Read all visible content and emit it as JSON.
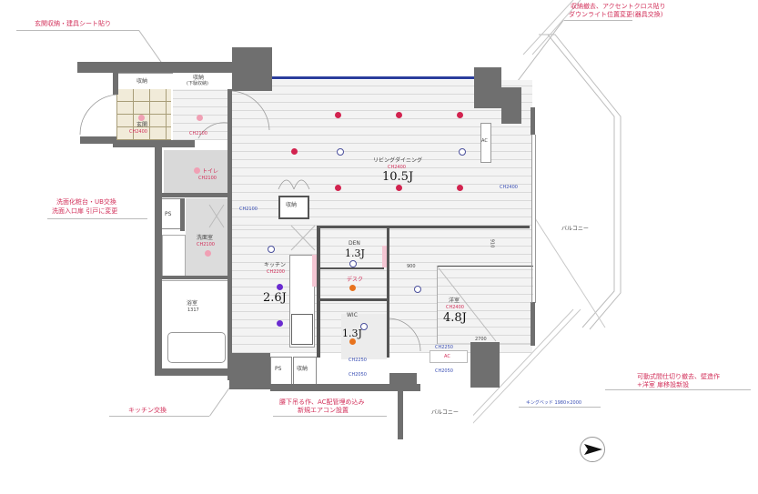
{
  "annotations": {
    "entrance_storage": "玄関収納・建具シート貼り",
    "living_ceiling_line1": "収納撤去、アクセントクロス貼り",
    "living_ceiling_line2": "ダウンライト位置変更(器具交換)",
    "washroom_line1": "洗面化粧台・UB交換",
    "washroom_line2": "洗面入口扉 引戸に変更",
    "kitchen_replace": "キッチン交換",
    "aircon_line1": "腰下吊る作、AC配管埋め込み",
    "aircon_line2": "新規エアコン設置",
    "partition_line1": "可動式間仕切り撤去、壁造作",
    "partition_line2": "+洋室 扉移設新設",
    "bed_note": "キングベッド 1980×2000"
  },
  "rooms": {
    "entrance": {
      "name": "玄関",
      "ch": "CH2400"
    },
    "entrance_storage": {
      "name": "収納"
    },
    "shoe_storage": {
      "name": "収納",
      "sub": "(下駄収納)",
      "ch": "CH2100"
    },
    "toilet": {
      "name": "トイレ",
      "ch": "CH2100"
    },
    "ps_upper": {
      "name": "PS"
    },
    "washroom": {
      "name": "洗面室",
      "ch": "CH2100"
    },
    "bathroom": {
      "name": "浴室",
      "sub": "1317"
    },
    "living": {
      "name": "リビングダイニング",
      "ch": "CH2400",
      "size": "10.5J",
      "ch_side": "CH2400",
      "ch_left": "CH2100"
    },
    "living_storage": {
      "name": "収納"
    },
    "ac_living": {
      "name": "AC"
    },
    "kitchen": {
      "name": "キッチン",
      "ch": "CH2200",
      "size": "2.6J"
    },
    "den": {
      "name": "DEN",
      "size": "1.3J"
    },
    "desk": {
      "name": "デスク"
    },
    "wic": {
      "name": "WIC",
      "size": "1.3J",
      "ch1": "CH2250",
      "ch2": "CH2050"
    },
    "western": {
      "name": "洋室",
      "ch": "CH2400",
      "size": "4.8J"
    },
    "ac_western": {
      "name": "AC",
      "ch1": "CH2250",
      "ch2": "CH2050"
    },
    "ps_lower": {
      "name": "PS"
    },
    "lower_storage": {
      "name": "収納"
    },
    "balcony_right": {
      "name": "バルコニー"
    },
    "balcony_bottom": {
      "name": "バルコニー"
    }
  },
  "dimensions": {
    "den_width": "900",
    "western_width": "2700",
    "right_gap": "910"
  },
  "compass": {
    "direction": "east",
    "icon": "north-arrow-icon"
  },
  "colors": {
    "wall": "#6f6f6f",
    "annotation": "#d2305a",
    "downlight": "#d2234f",
    "kitchen_light": "#6a2bd0",
    "wic_light": "#e8731e",
    "ceiling_label": "#3a4fb5",
    "accent_wall": "#2a3d9c"
  }
}
